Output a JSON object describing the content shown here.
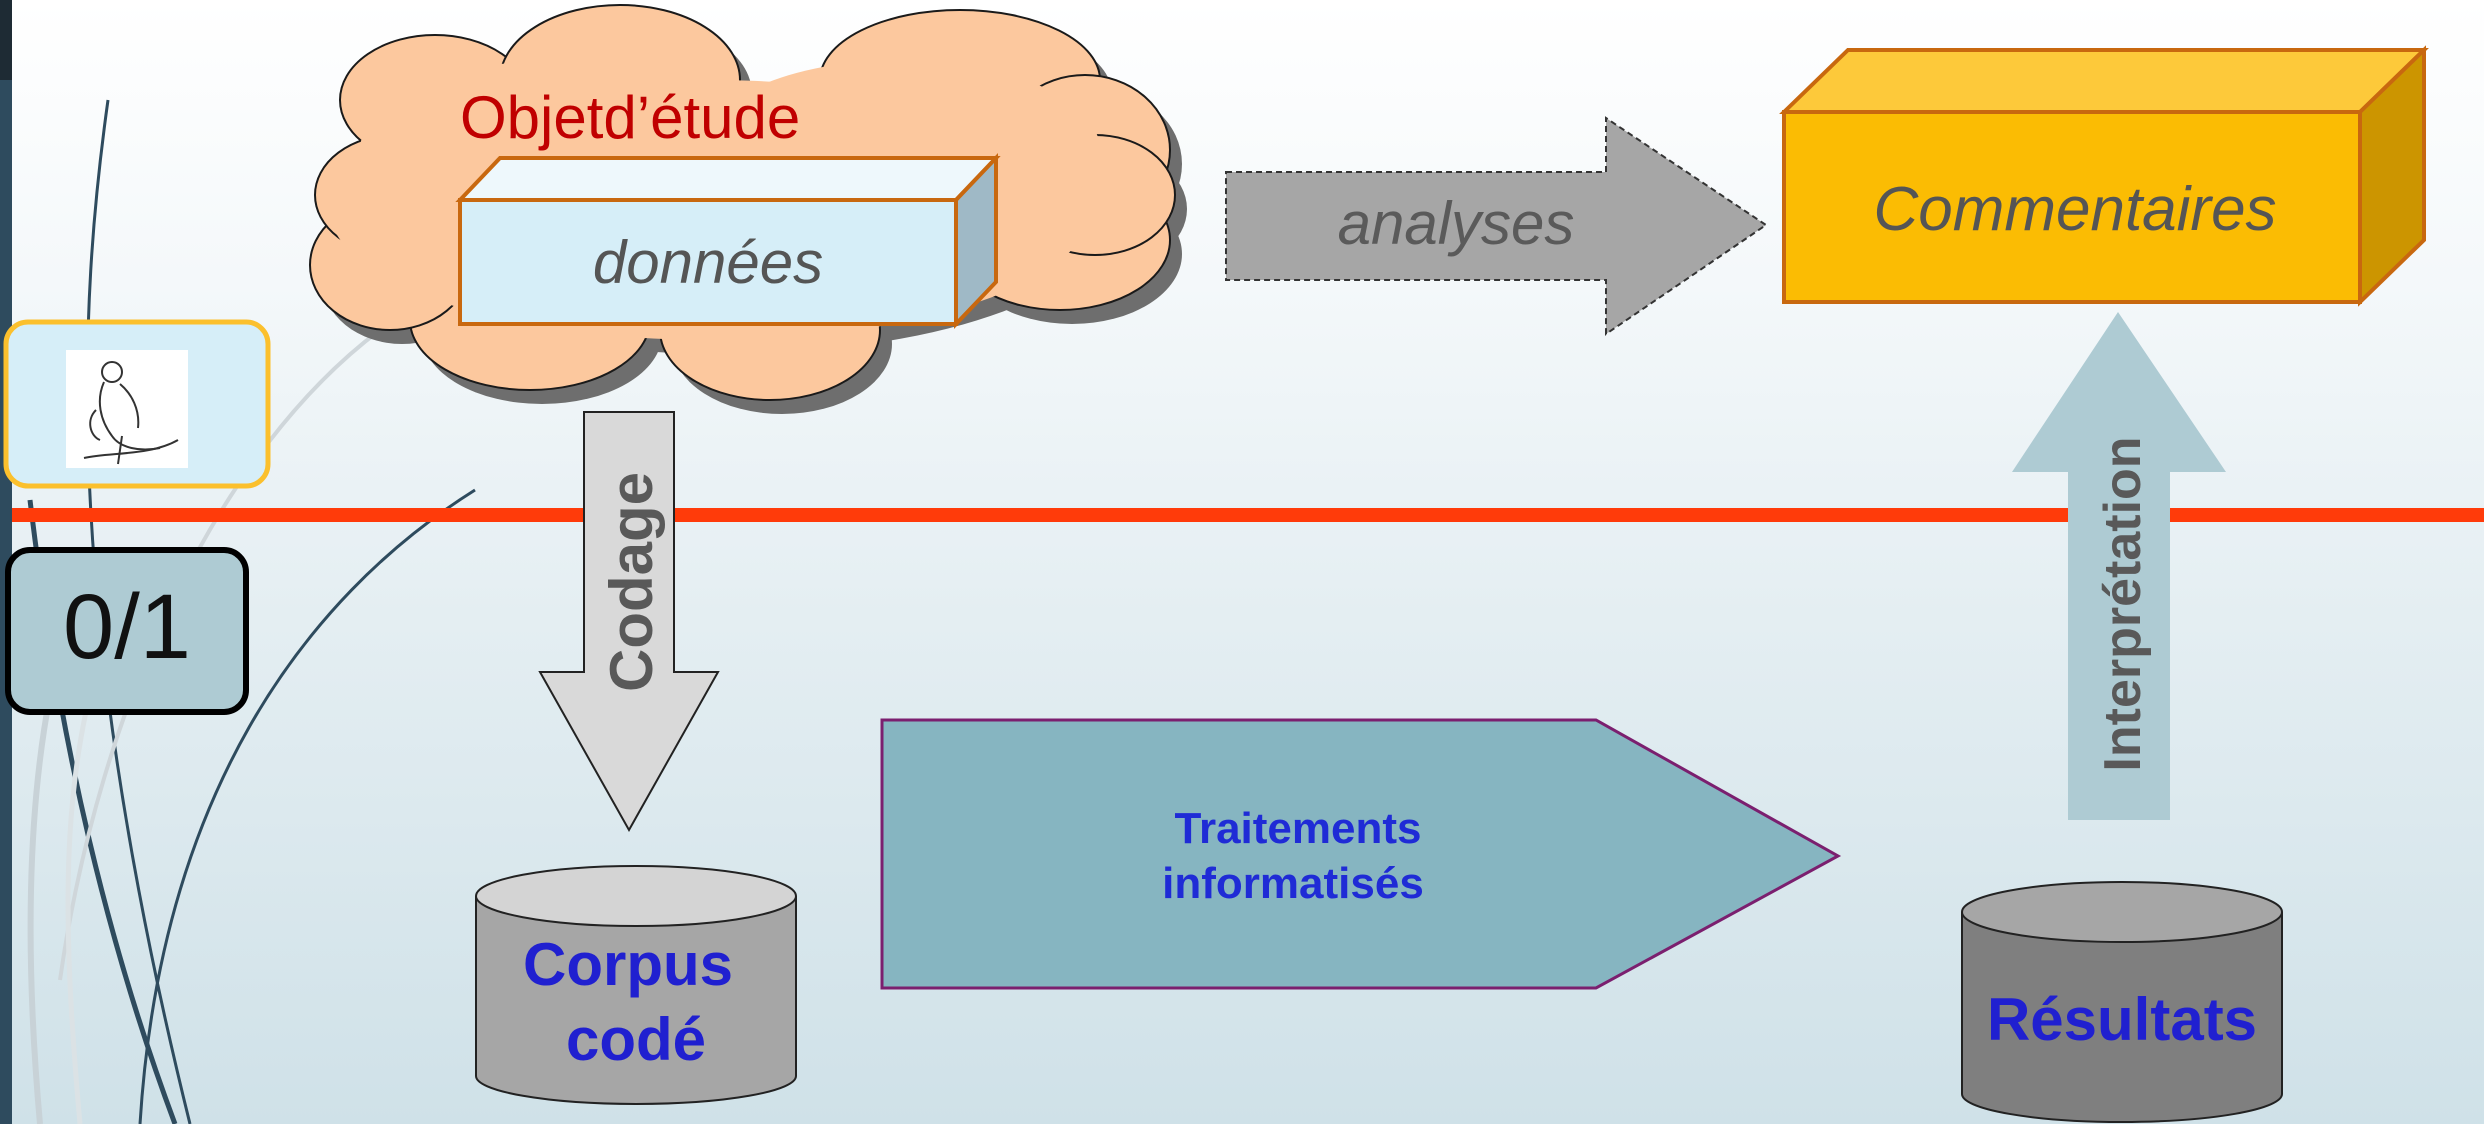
{
  "diagram": {
    "object_label": "Objetd’étude",
    "data_box_label": "données",
    "analyses_label": "analyses",
    "comments_label": "Commentaires",
    "coding_label": "Codage",
    "processing_label_line1": "Traitements",
    "processing_label_line2": "informatisés",
    "corpus_line1": "Corpus",
    "corpus_line2": "codé",
    "results_label": "Résultats",
    "interpretation_label": "Interprétation",
    "badge_label": "0/1"
  },
  "colors": {
    "divider_line": "#ff3b0a",
    "object_label": "#c00000",
    "cloud_fill": "#fcc89e",
    "data_box_fill": "#d6eef8",
    "box_border": "#c8680f",
    "comments_fill": "#fbbc03",
    "processing_fill": "#86b5c1",
    "processing_text": "#1f2bd6",
    "cylinder_text": "#2020d0",
    "interpretation_arrow": "#aecbd3",
    "analyses_arrow": "#a6a6a6",
    "coding_arrow": "#d9d9d9"
  },
  "icons": {
    "thumbnail": "figure-sketch-icon"
  }
}
